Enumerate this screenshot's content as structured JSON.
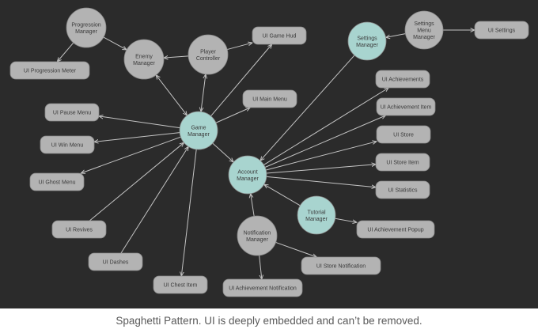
{
  "colors": {
    "background": "#2b2b2b",
    "node_gray": "#b3b3b3",
    "node_highlight": "#a8d4cf",
    "edge": "#c4c4c4",
    "node_text": "#3a3a3a",
    "caption_text": "#5a5a5a"
  },
  "diagram": {
    "nodes": [
      {
        "id": "progression_manager",
        "label": [
          "Progression",
          "Manager"
        ],
        "shape": "circle",
        "highlight": false
      },
      {
        "id": "ui_progression_meter",
        "label": [
          "UI Progression Meter"
        ],
        "shape": "pill",
        "highlight": false
      },
      {
        "id": "enemy_manager",
        "label": [
          "Enemy",
          "Manager"
        ],
        "shape": "circle",
        "highlight": false
      },
      {
        "id": "player_controller",
        "label": [
          "Player",
          "Controller"
        ],
        "shape": "circle",
        "highlight": false
      },
      {
        "id": "ui_game_hud",
        "label": [
          "UI Game Hud"
        ],
        "shape": "pill",
        "highlight": false
      },
      {
        "id": "settings_manager",
        "label": [
          "Settings",
          "Manager"
        ],
        "shape": "circle",
        "highlight": true
      },
      {
        "id": "settings_menu_manager",
        "label": [
          "Settings",
          "Menu",
          "Manager"
        ],
        "shape": "circle",
        "highlight": false
      },
      {
        "id": "ui_settings",
        "label": [
          "UI Settings"
        ],
        "shape": "pill",
        "highlight": false
      },
      {
        "id": "ui_pause_menu",
        "label": [
          "UI Pause Menu"
        ],
        "shape": "pill",
        "highlight": false
      },
      {
        "id": "ui_main_menu",
        "label": [
          "UI Main Menu"
        ],
        "shape": "pill",
        "highlight": false
      },
      {
        "id": "game_manager",
        "label": [
          "Game",
          "Manager"
        ],
        "shape": "circle",
        "highlight": true
      },
      {
        "id": "ui_win_menu",
        "label": [
          "UI Win Menu"
        ],
        "shape": "pill",
        "highlight": false
      },
      {
        "id": "ui_ghost_menu",
        "label": [
          "UI Ghost Menu"
        ],
        "shape": "pill",
        "highlight": false
      },
      {
        "id": "ui_revives",
        "label": [
          "UI Revives"
        ],
        "shape": "pill",
        "highlight": false
      },
      {
        "id": "ui_dashes",
        "label": [
          "UI Dashes"
        ],
        "shape": "pill",
        "highlight": false
      },
      {
        "id": "ui_chest_item",
        "label": [
          "UI Chest Item"
        ],
        "shape": "pill",
        "highlight": false
      },
      {
        "id": "account_manager",
        "label": [
          "Account",
          "Manager"
        ],
        "shape": "circle",
        "highlight": true
      },
      {
        "id": "ui_achievements",
        "label": [
          "UI Achievements"
        ],
        "shape": "pill",
        "highlight": false
      },
      {
        "id": "ui_achievement_item",
        "label": [
          "UI Achievement Item"
        ],
        "shape": "pill",
        "highlight": false
      },
      {
        "id": "ui_store",
        "label": [
          "UI Store"
        ],
        "shape": "pill",
        "highlight": false
      },
      {
        "id": "ui_store_item",
        "label": [
          "UI Store Item"
        ],
        "shape": "pill",
        "highlight": false
      },
      {
        "id": "ui_statistics",
        "label": [
          "UI Statistics"
        ],
        "shape": "pill",
        "highlight": false
      },
      {
        "id": "tutorial_manager",
        "label": [
          "Tutorial",
          "Manager"
        ],
        "shape": "circle",
        "highlight": true
      },
      {
        "id": "ui_achievement_popup",
        "label": [
          "UI Achievement Popup"
        ],
        "shape": "pill",
        "highlight": false
      },
      {
        "id": "notification_manager",
        "label": [
          "Notification",
          "Manager"
        ],
        "shape": "circle",
        "highlight": false
      },
      {
        "id": "ui_store_notification",
        "label": [
          "UI Store Notification"
        ],
        "shape": "pill",
        "highlight": false
      },
      {
        "id": "ui_achievement_notification",
        "label": [
          "UI Achievement Notification"
        ],
        "shape": "pill",
        "highlight": false
      }
    ],
    "edges": [
      {
        "from": "progression_manager",
        "to": "ui_progression_meter",
        "direction": "forward"
      },
      {
        "from": "progression_manager",
        "to": "enemy_manager",
        "direction": "forward"
      },
      {
        "from": "player_controller",
        "to": "enemy_manager",
        "direction": "forward"
      },
      {
        "from": "player_controller",
        "to": "ui_game_hud",
        "direction": "forward"
      },
      {
        "from": "settings_menu_manager",
        "to": "settings_manager",
        "direction": "forward"
      },
      {
        "from": "settings_menu_manager",
        "to": "ui_settings",
        "direction": "forward"
      },
      {
        "from": "settings_manager",
        "to": "account_manager",
        "direction": "forward"
      },
      {
        "from": "enemy_manager",
        "to": "game_manager",
        "direction": "both"
      },
      {
        "from": "player_controller",
        "to": "game_manager",
        "direction": "both"
      },
      {
        "from": "game_manager",
        "to": "ui_main_menu",
        "direction": "forward"
      },
      {
        "from": "game_manager",
        "to": "ui_game_hud",
        "direction": "forward"
      },
      {
        "from": "game_manager",
        "to": "ui_pause_menu",
        "direction": "forward"
      },
      {
        "from": "game_manager",
        "to": "ui_win_menu",
        "direction": "forward"
      },
      {
        "from": "game_manager",
        "to": "ui_ghost_menu",
        "direction": "forward"
      },
      {
        "from": "ui_revives",
        "to": "game_manager",
        "direction": "forward"
      },
      {
        "from": "ui_dashes",
        "to": "game_manager",
        "direction": "forward"
      },
      {
        "from": "game_manager",
        "to": "ui_chest_item",
        "direction": "forward"
      },
      {
        "from": "game_manager",
        "to": "account_manager",
        "direction": "forward"
      },
      {
        "from": "account_manager",
        "to": "ui_achievements",
        "direction": "forward"
      },
      {
        "from": "account_manager",
        "to": "ui_achievement_item",
        "direction": "forward"
      },
      {
        "from": "account_manager",
        "to": "ui_store",
        "direction": "forward"
      },
      {
        "from": "account_manager",
        "to": "ui_store_item",
        "direction": "forward"
      },
      {
        "from": "account_manager",
        "to": "ui_statistics",
        "direction": "forward"
      },
      {
        "from": "tutorial_manager",
        "to": "account_manager",
        "direction": "forward"
      },
      {
        "from": "tutorial_manager",
        "to": "ui_achievement_popup",
        "direction": "forward"
      },
      {
        "from": "notification_manager",
        "to": "account_manager",
        "direction": "forward"
      },
      {
        "from": "notification_manager",
        "to": "ui_store_notification",
        "direction": "forward"
      },
      {
        "from": "notification_manager",
        "to": "ui_achievement_notification",
        "direction": "forward"
      }
    ]
  },
  "caption": "Spaghetti Pattern. UI is deeply embedded and can’t be removed."
}
